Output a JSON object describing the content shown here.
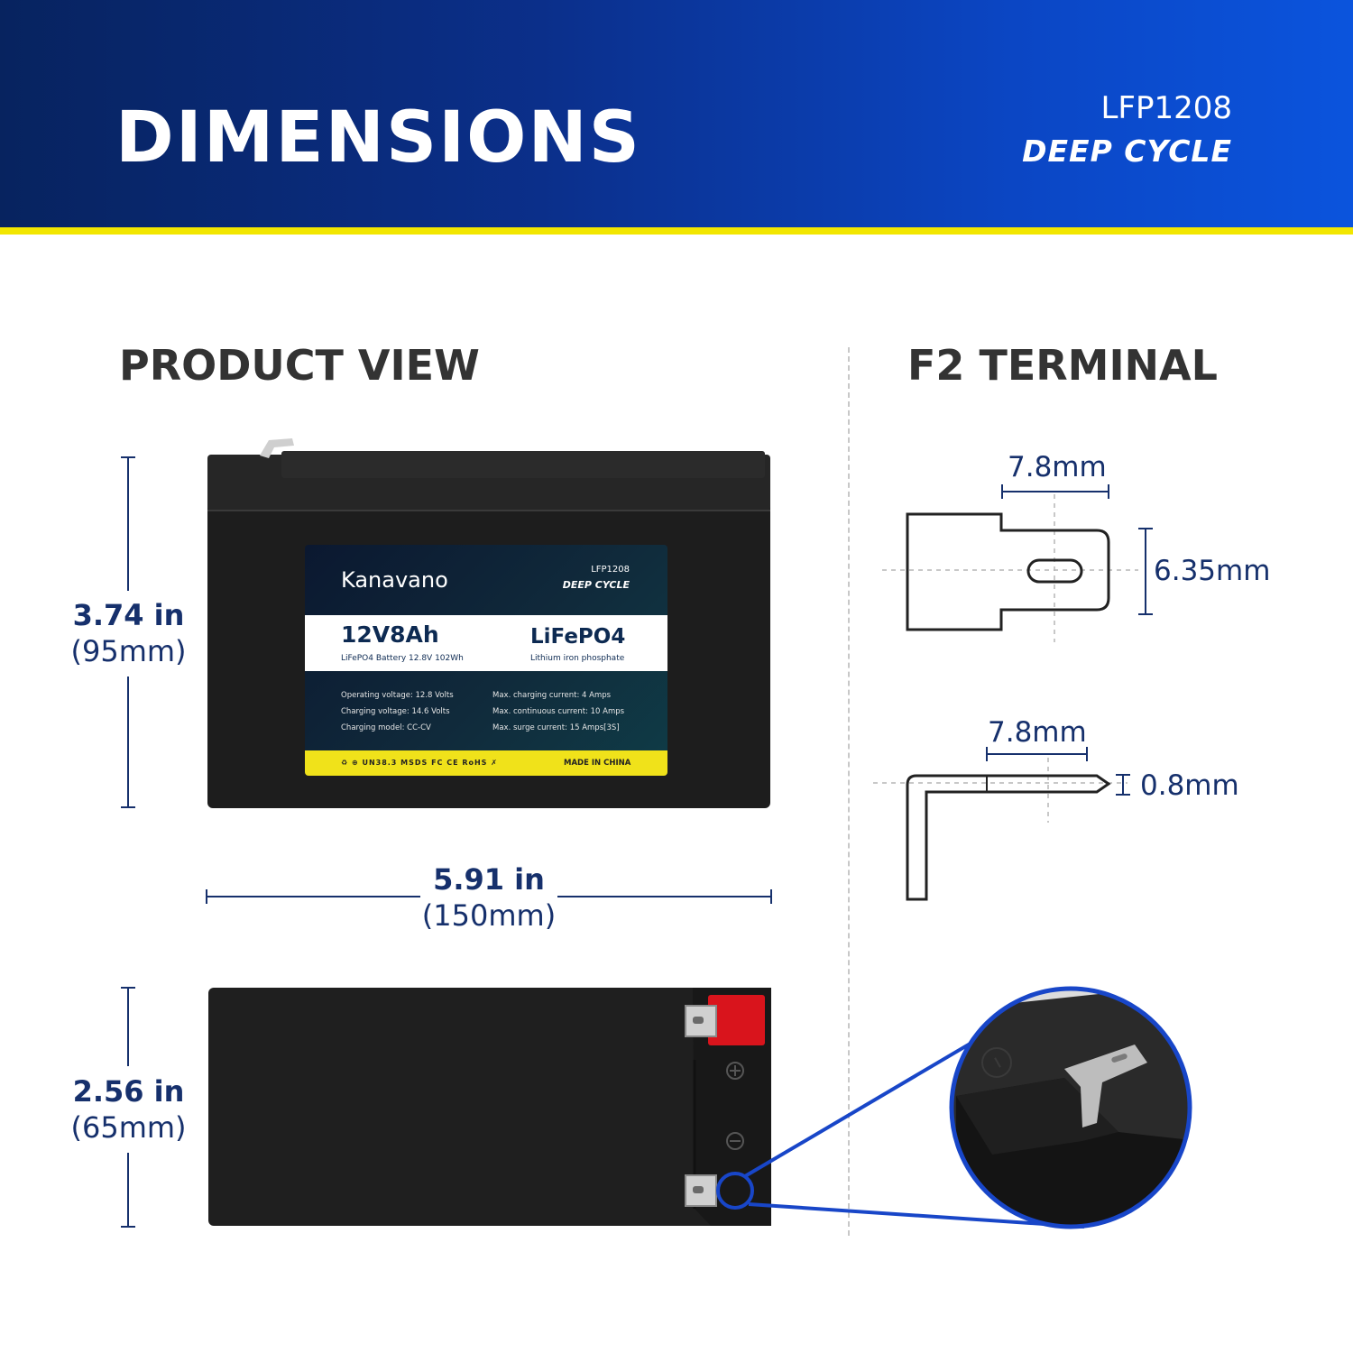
{
  "header": {
    "title": "DIMENSIONS",
    "model_code": "LFP1208",
    "model_tag": "DEEP CYCLE"
  },
  "product_view": {
    "title": "PRODUCT VIEW",
    "height": {
      "imperial": "3.74 in",
      "metric": "(95mm)"
    },
    "length": {
      "imperial": "5.91 in",
      "metric": "(150mm)"
    },
    "width": {
      "imperial": "2.56 in",
      "metric": "(65mm)"
    }
  },
  "battery_label": {
    "brand": "Kanavano",
    "model": "LFP1208",
    "tag": "DEEP CYCLE",
    "capacity": "12V8Ah",
    "capacity_sub": "LiFePO4 Battery 12.8V 102Wh",
    "chemistry": "LiFePO4",
    "chemistry_sub": "Lithium iron phosphate",
    "specs_left": [
      "Operating voltage: 12.8 Volts",
      "Charging voltage: 14.6 Volts",
      "Charging model: CC-CV"
    ],
    "specs_right": [
      "Max. charging current: 4 Amps",
      "Max. continuous current: 10 Amps",
      "Max. surge current: 15 Amps[3S]"
    ],
    "certifications": "♻  ⊕  UN38.3  MSDS  FC  CE  RoHS  ✗",
    "made_in": "MADE IN CHINA"
  },
  "terminal": {
    "title": "F2 TERMINAL",
    "top_width": "7.8mm",
    "top_height": "6.35mm",
    "side_width": "7.8mm",
    "thickness": "0.8mm"
  },
  "colors": {
    "header_dark": "#07235f",
    "header_light": "#0b54dd",
    "accent_yellow": "#f2e600",
    "dimension_blue": "#16306c",
    "callout_blue": "#1846c8",
    "positive_red": "#d9141c"
  }
}
